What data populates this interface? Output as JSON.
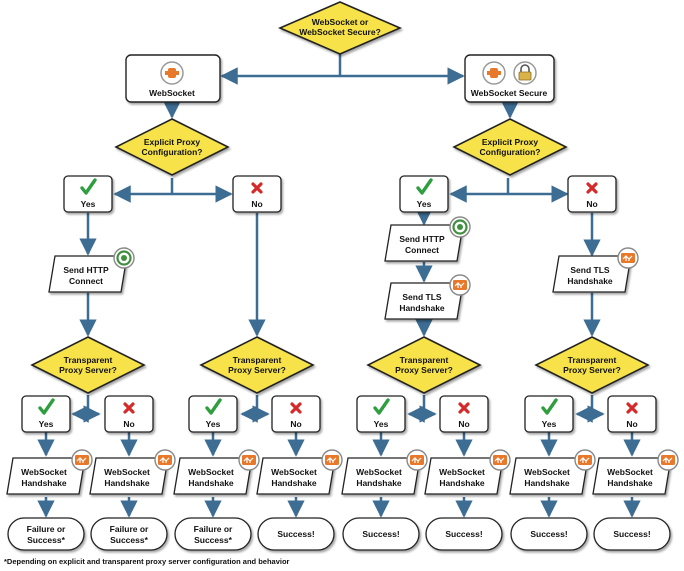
{
  "colors": {
    "arrow": "#3d6d93",
    "decision_fill": "#f7e34a",
    "decision_stroke": "#222222",
    "box_stroke": "#222222",
    "check": "#2e9e3e",
    "cross": "#d42a2a",
    "handshake": "#e8782a",
    "plug_ring": "#3f8f3f",
    "lock": "#d9b34a"
  },
  "icons": [
    "plug-icon",
    "lock-icon",
    "check-icon",
    "cross-icon",
    "connect-icon",
    "handshake-icon"
  ],
  "root": {
    "l1": "WebSocket or",
    "l2": "WebSocket Secure?"
  },
  "protocols": {
    "ws": "WebSocket",
    "wss": "WebSocket Secure"
  },
  "explicit_proxy": {
    "l1": "Explicit Proxy",
    "l2": "Configuration?"
  },
  "transparent_proxy": {
    "l1": "Transparent",
    "l2": "Proxy Server?"
  },
  "answers": {
    "yes": "Yes",
    "no": "No"
  },
  "steps": {
    "http_connect": {
      "l1": "Send HTTP",
      "l2": "Connect"
    },
    "tls_handshake": {
      "l1": "Send TLS",
      "l2": "Handshake"
    },
    "ws_handshake": {
      "l1": "WebSocket",
      "l2": "Handshake"
    }
  },
  "outcomes": {
    "mixed": {
      "l1": "Failure or",
      "l2": "Success*"
    },
    "success": "Success!"
  },
  "footnote": "*Depending on explicit and transparent proxy server configuration and behavior"
}
